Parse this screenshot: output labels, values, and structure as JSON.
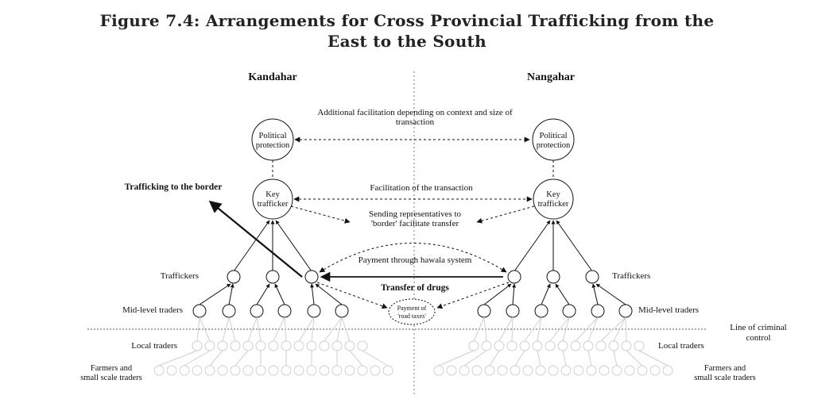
{
  "figure": {
    "title_line1": "Figure 7.4: Arrangements for Cross Provincial Trafficking from the",
    "title_line2": "East to the South"
  },
  "regions": {
    "left": "Kandahar",
    "right": "Nangahar"
  },
  "nodes": {
    "political_protection_line1": "Political",
    "political_protection_line2": "protection",
    "key_trafficker_line1": "Key",
    "key_trafficker_line2": "trafficker",
    "road_taxes_line1": "Payment of",
    "road_taxes_line2": "'road taxes'"
  },
  "annotations": {
    "additional_line1": "Additional facilitation depending on context and size of",
    "additional_line2": "transaction",
    "facilitation": "Facilitation of the transaction",
    "sending_line1": "Sending representatives to",
    "sending_line2": "'border' facilitate transfer",
    "hawala": "Payment through hawala system",
    "transfer": "Transfer of drugs",
    "border": "Trafficking to the border",
    "criminal_line1": "Line of criminal",
    "criminal_line2": "control"
  },
  "levels": {
    "traffickers": "Traffickers",
    "mid_level": "Mid-level traders",
    "local": "Local traders",
    "farmers_line1": "Farmers and",
    "farmers_line2": "small scale traders"
  }
}
